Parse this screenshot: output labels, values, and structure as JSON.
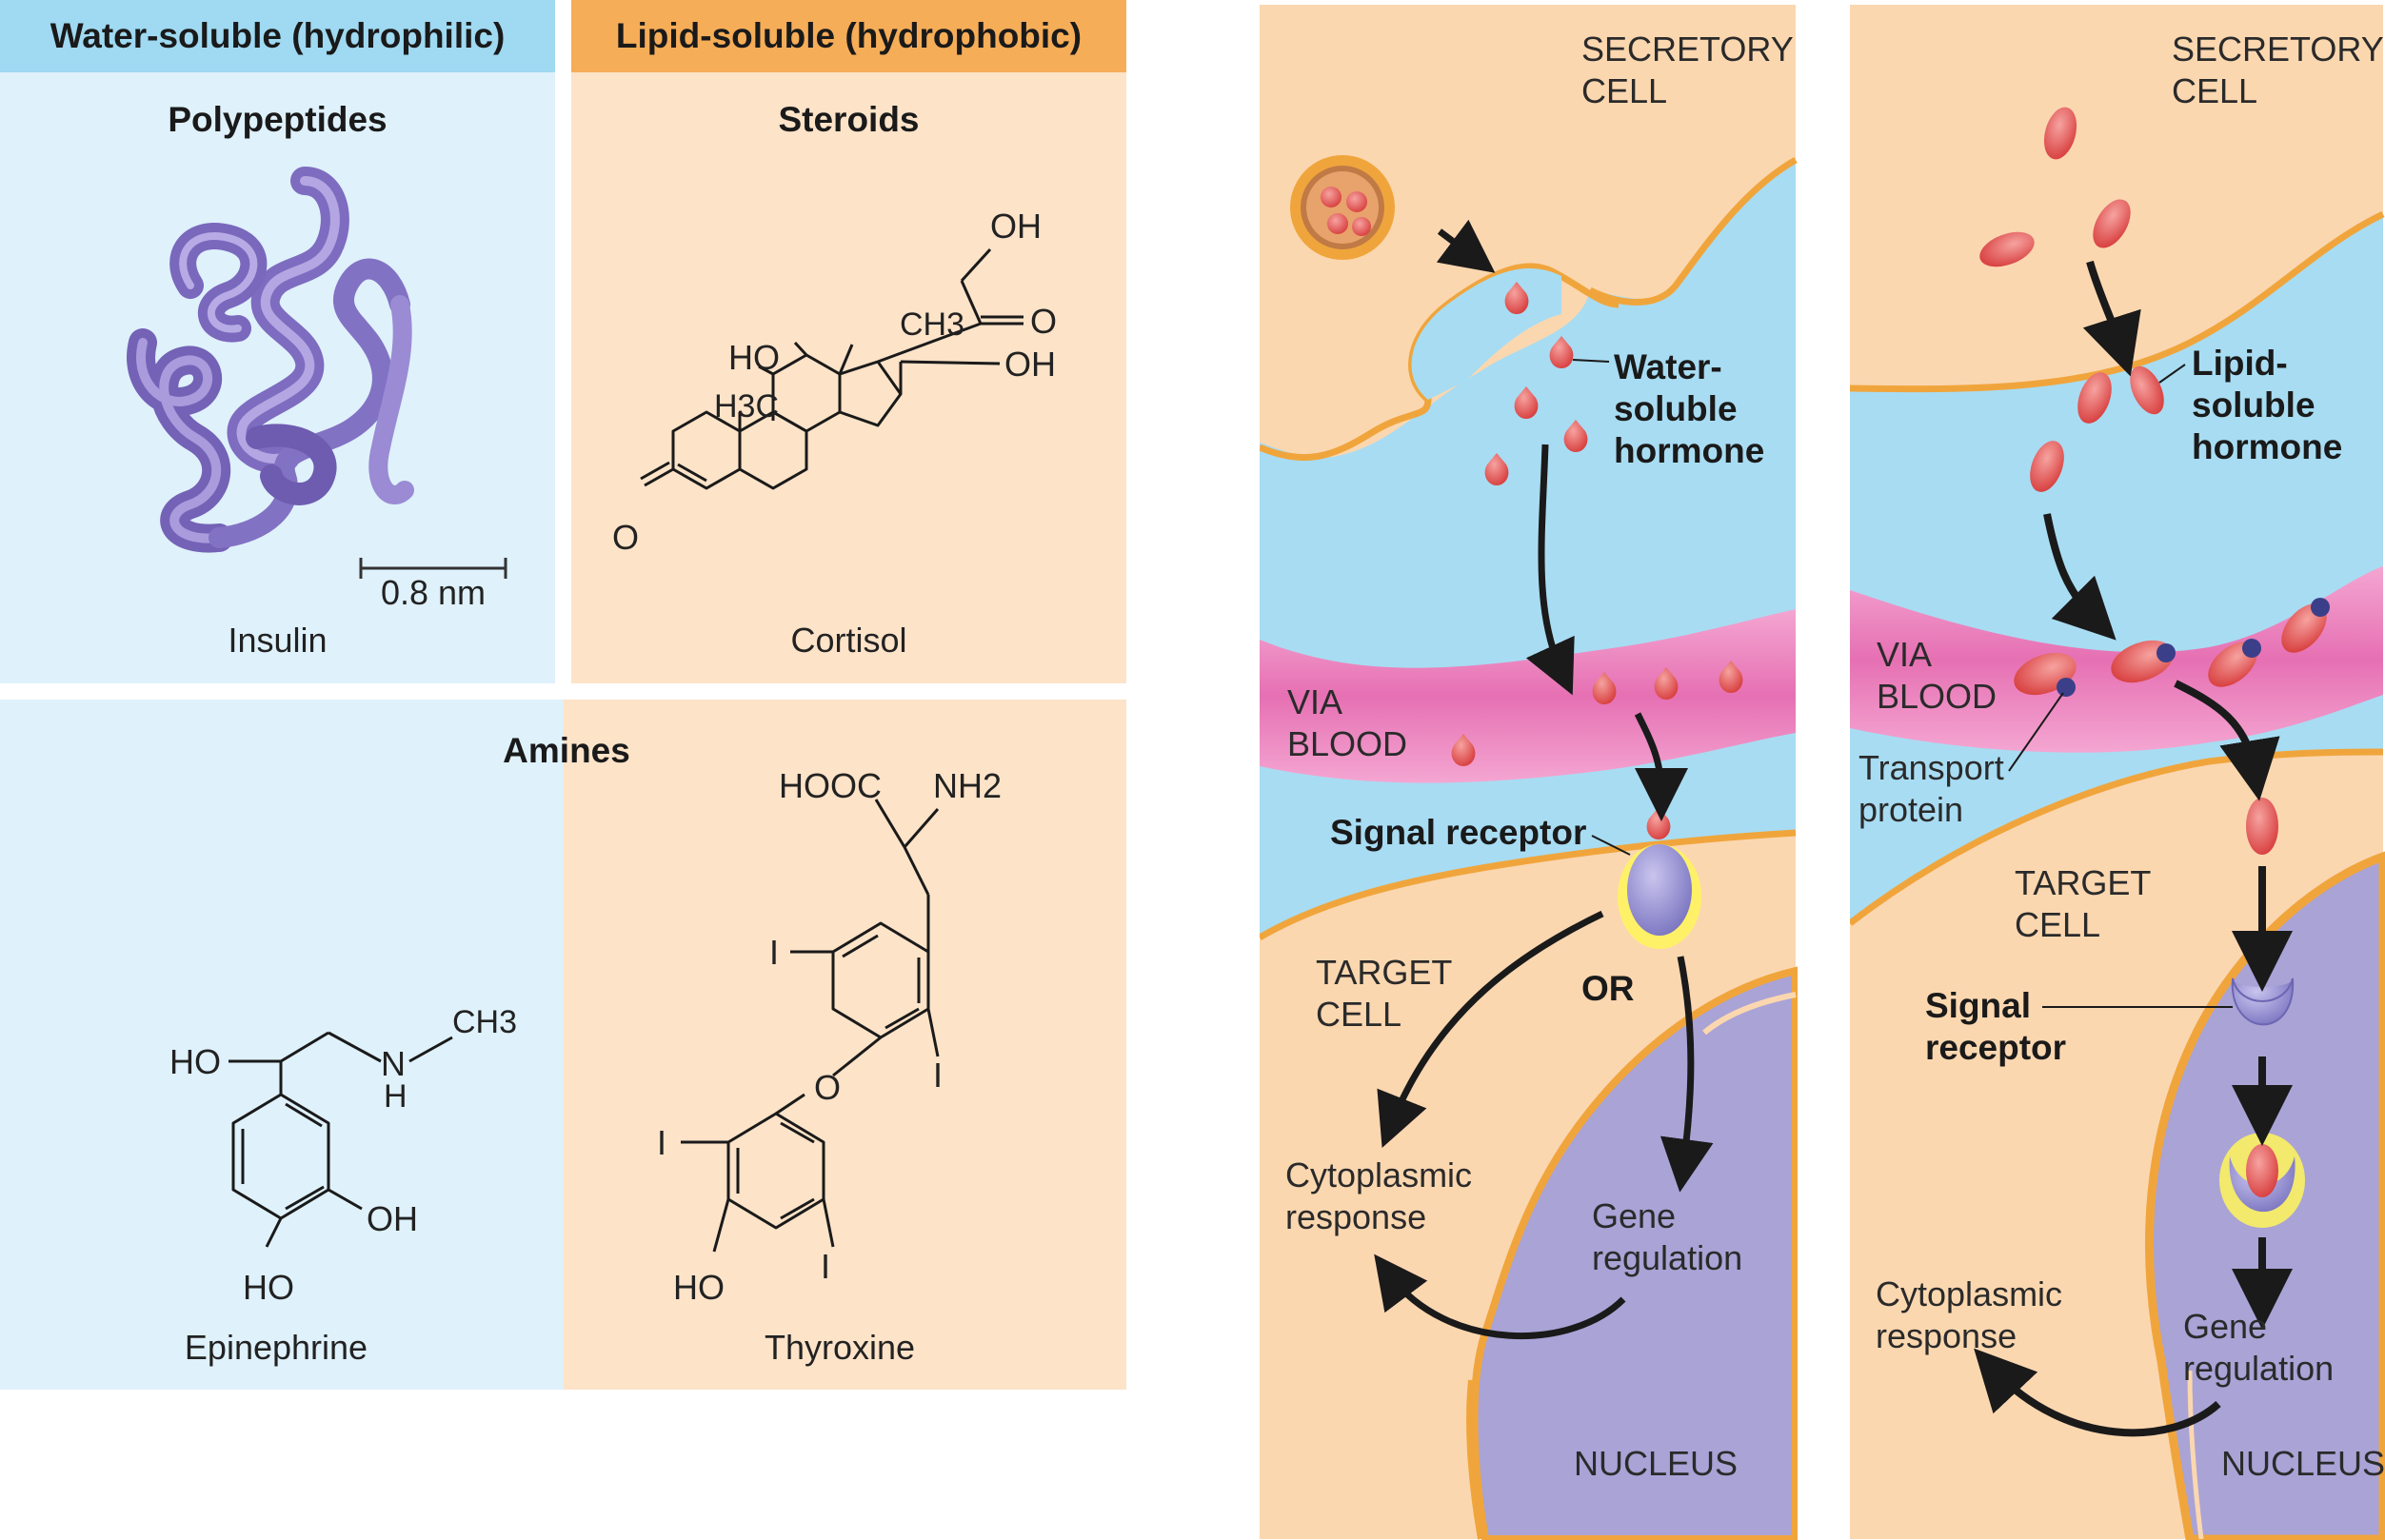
{
  "colors": {
    "water_bg": "#dff1fb",
    "water_header": "#9fd9f2",
    "lipid_bg": "#fde3c8",
    "lipid_header": "#f6ad58",
    "cell_fill": "#fbd7b0",
    "membrane": "#f0a53c",
    "fluid_blue": "#a8dcf2",
    "blood_pink": "#ee88c2",
    "nucleus_purple": "#a9a3d6",
    "hormone_red": "#e24b4b",
    "receptor_purple": "#8d88cc"
  },
  "left": {
    "water_header": "Water-soluble (hydrophilic)",
    "lipid_header": "Lipid-soluble (hydrophobic)",
    "polypeptides_title": "Polypeptides",
    "steroids_title": "Steroids",
    "scale_bar": "0.8 nm",
    "insulin_caption": "Insulin",
    "cortisol_caption": "Cortisol",
    "amines_title": "Amines",
    "epinephrine_caption": "Epinephrine",
    "thyroxine_caption": "Thyroxine",
    "cortisol_atoms": {
      "oh_top": "OH",
      "ch3": "CH3",
      "keto_o": "O",
      "oh_right": "OH",
      "ho": "HO",
      "h3c": "H3C",
      "o_ring": "O"
    },
    "epinephrine_atoms": {
      "ho_chain": "HO",
      "n": "N",
      "h": "H",
      "ch3": "CH3",
      "oh_ring": "OH",
      "ho_ring": "HO"
    },
    "thyroxine_atoms": {
      "hooc": "HOOC",
      "nh2": "NH2",
      "i1": "I",
      "i2": "I",
      "o": "O",
      "i3": "I",
      "i4": "I",
      "ho": "HO"
    }
  },
  "panel_water": {
    "secretory_cell": "SECRETORY\nCELL",
    "hormone_label": "Water-\nsoluble\nhormone",
    "via_blood": "VIA\nBLOOD",
    "signal_receptor": "Signal receptor",
    "or_label": "OR",
    "target_cell": "TARGET\nCELL",
    "cytoplasmic_response": "Cytoplasmic\nresponse",
    "gene_regulation": "Gene\nregulation",
    "nucleus": "NUCLEUS"
  },
  "panel_lipid": {
    "secretory_cell": "SECRETORY\nCELL",
    "hormone_label": "Lipid-\nsoluble\nhormone",
    "via_blood": "VIA\nBLOOD",
    "transport_protein": "Transport\nprotein",
    "target_cell": "TARGET\nCELL",
    "signal_receptor": "Signal\nreceptor",
    "cytoplasmic_response": "Cytoplasmic\nresponse",
    "gene_regulation": "Gene\nregulation",
    "nucleus": "NUCLEUS"
  }
}
